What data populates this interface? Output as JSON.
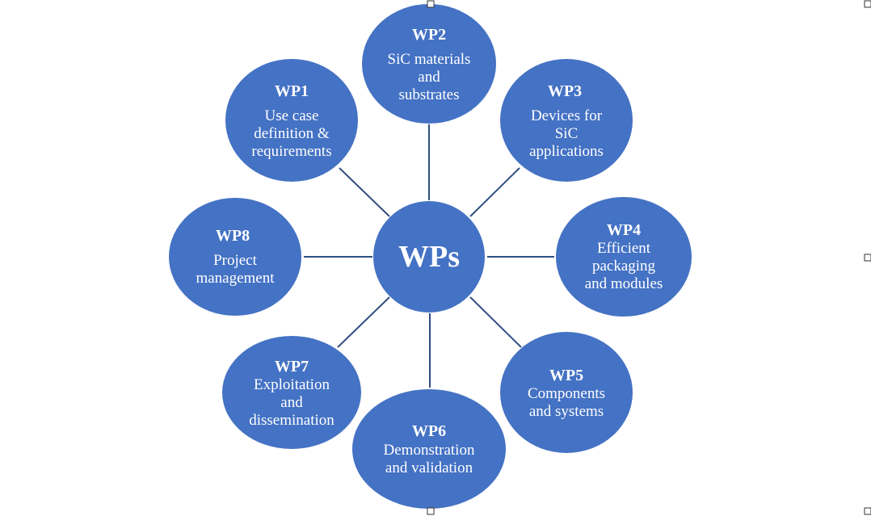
{
  "diagram": {
    "hub": {
      "label": "WPs"
    },
    "nodes": [
      {
        "id": "wp2",
        "title": "WP2",
        "lines": [
          "SiC materials",
          "and",
          "substrates"
        ]
      },
      {
        "id": "wp1",
        "title": "WP1",
        "lines": [
          "Use case",
          "definition &",
          "requirements"
        ]
      },
      {
        "id": "wp3",
        "title": "WP3",
        "lines": [
          "Devices for",
          "SiC",
          "applications"
        ]
      },
      {
        "id": "wp8",
        "title": "WP8",
        "lines": [
          "Project",
          "management"
        ]
      },
      {
        "id": "wp4",
        "title": "WP4",
        "lines": [
          "Efficient",
          "packaging",
          "and modules"
        ]
      },
      {
        "id": "wp7",
        "title": "WP7",
        "lines": [
          "Exploitation",
          "and",
          "dissemination"
        ]
      },
      {
        "id": "wp5",
        "title": "WP5",
        "lines": [
          "Components",
          "and systems"
        ]
      },
      {
        "id": "wp6",
        "title": "WP6",
        "lines": [
          "Demonstration",
          "and validation"
        ]
      }
    ],
    "colors": {
      "node_fill": "#4472c4",
      "connector": "#2f4f7f",
      "text": "#ffffff"
    }
  }
}
